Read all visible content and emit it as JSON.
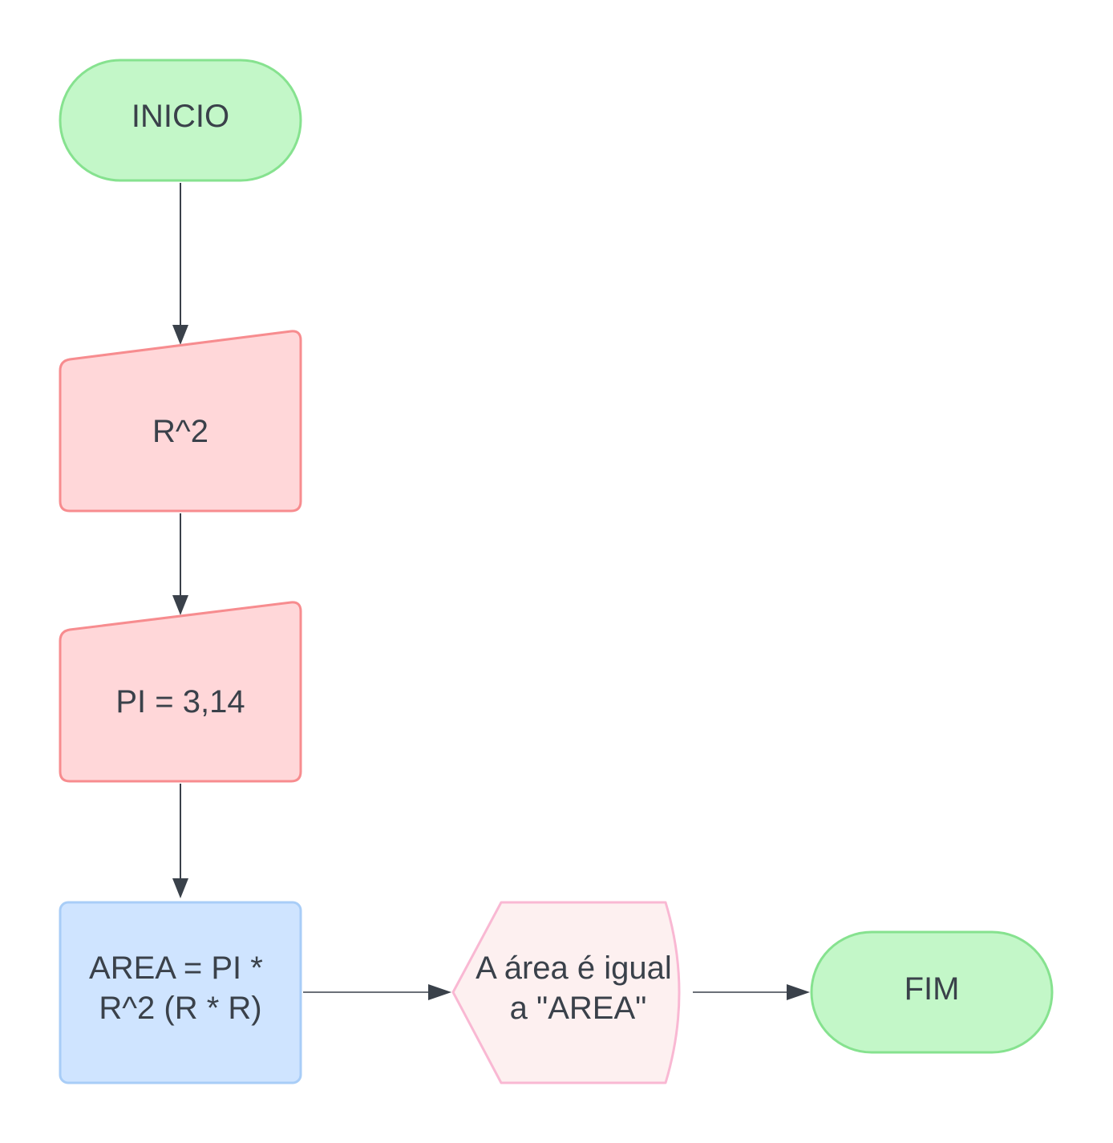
{
  "nodes": {
    "start": {
      "label": "INICIO",
      "fill": "#c3f7c8",
      "stroke": "#86e28f"
    },
    "input_r": {
      "label": "R^2",
      "fill": "#ffd7d9",
      "stroke": "#f78c8f"
    },
    "input_pi": {
      "label": "PI = 3,14",
      "fill": "#ffd7d9",
      "stroke": "#f78c8f"
    },
    "process_area": {
      "lines": [
        "AREA = PI *",
        "R^2 (R * R)"
      ],
      "fill": "#cfe4ff",
      "stroke": "#a8cdf7"
    },
    "display_area": {
      "lines": [
        "A área é igual",
        "a \"AREA\""
      ],
      "fill": "#fdf0f0",
      "stroke": "#f9b8d3"
    },
    "end": {
      "label": "FIM",
      "fill": "#c3f7c8",
      "stroke": "#86e28f"
    }
  },
  "edges": [
    {
      "from": "start",
      "to": "input_r"
    },
    {
      "from": "input_r",
      "to": "input_pi"
    },
    {
      "from": "input_pi",
      "to": "process_area"
    },
    {
      "from": "process_area",
      "to": "display_area"
    },
    {
      "from": "display_area",
      "to": "end"
    }
  ],
  "connector_color": "#3a414a"
}
